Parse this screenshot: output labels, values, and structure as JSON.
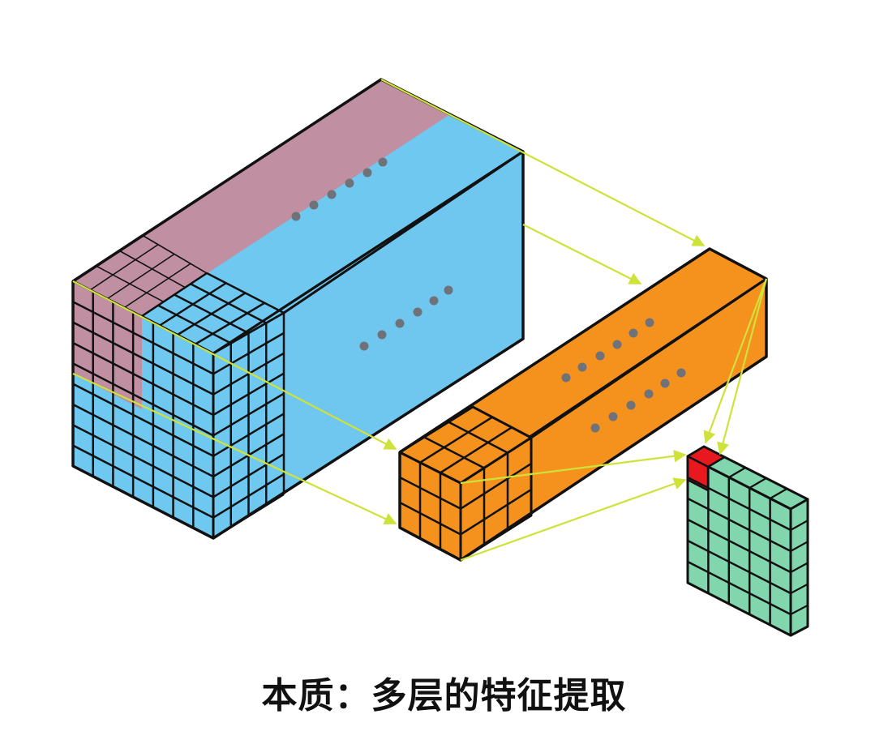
{
  "caption": "本质：多层的特征提取",
  "colors": {
    "input_blue": "#6ec8f0",
    "input_blue_side": "#6fc6ef",
    "input_receptive_pink": "#c08fa2",
    "feature_orange": "#f5921e",
    "output_green": "#82d6ad",
    "output_highlight_red": "#e8191e",
    "arrow_yellow_green": "#cfe23a",
    "dots_gray": "#6f7279",
    "outline": "#111111"
  },
  "blocks": [
    {
      "name": "input-volume",
      "grid": "6x6x6",
      "ellipsis_rows": 2
    },
    {
      "name": "feature-volume",
      "grid": "3x3x3",
      "ellipsis_rows": 2
    },
    {
      "name": "output-map",
      "grid": "5x5",
      "highlighted_cell": "top-left"
    }
  ]
}
